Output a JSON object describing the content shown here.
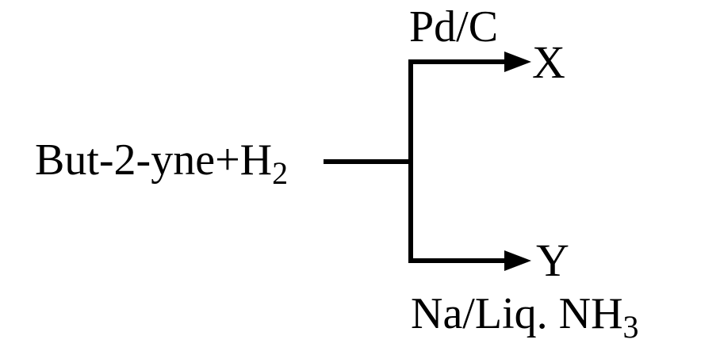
{
  "reactant": {
    "main": "But-2-yne+H",
    "subscript": "2"
  },
  "upper_branch": {
    "reagent": "Pd/C",
    "product": "X"
  },
  "lower_branch": {
    "reagent_main": "Na/Liq. NH",
    "reagent_subscript": "3",
    "product": "Y"
  }
}
